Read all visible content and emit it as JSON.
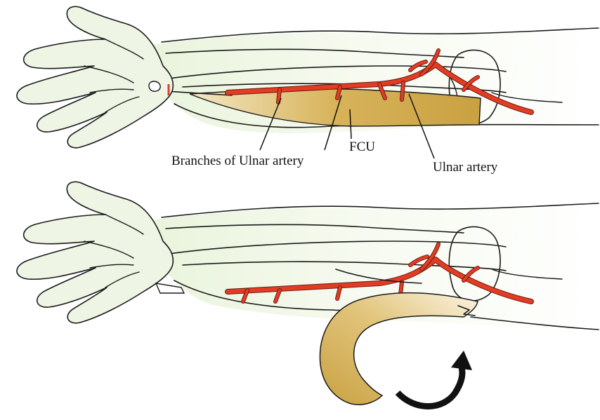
{
  "labels": {
    "branches": "Branches of Ulnar artery",
    "fcu": "FCU",
    "ulnar": "Ulnar artery"
  },
  "colors": {
    "skin": "#eef5e4",
    "artery": "#e23d24",
    "muscle_dark": "#c9a142",
    "muscle_light": "#f3e7c4",
    "arrow": "#111111"
  }
}
